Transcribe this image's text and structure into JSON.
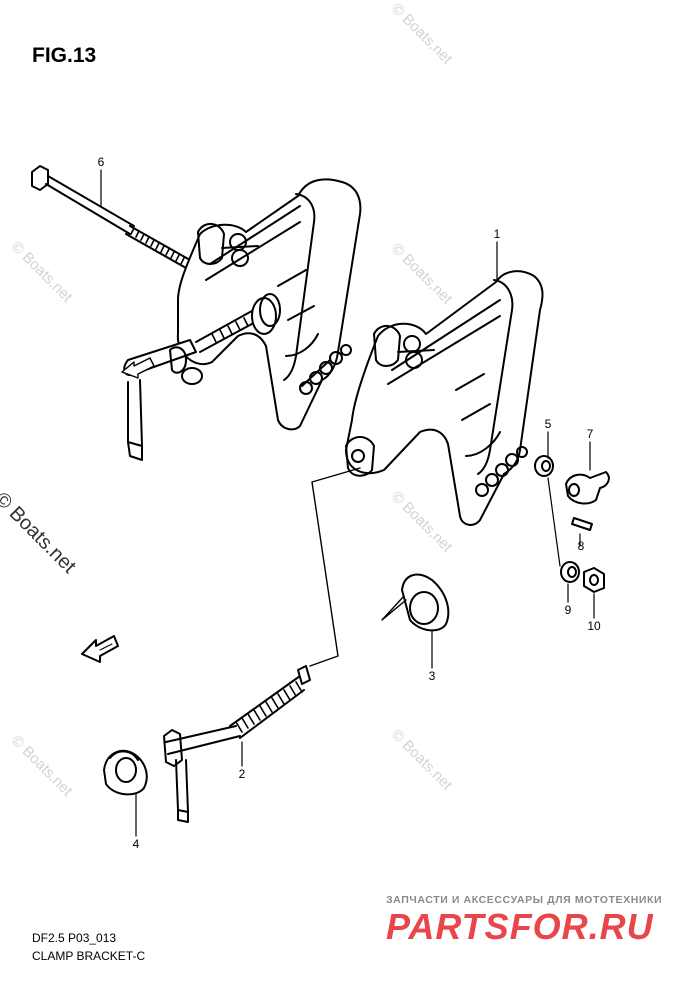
{
  "figure": {
    "title": "FIG.13",
    "code": "DF2.5 P03_013",
    "caption": "CLAMP BRACKET-C"
  },
  "callouts": [
    "6",
    "1",
    "5",
    "7",
    "8",
    "9",
    "10",
    "3",
    "2",
    "4"
  ],
  "watermark": {
    "text": "© Boats.net",
    "brand_tagline": "ЗАПЧАСТИ И АКСЕССУАРЫ ДЛЯ МОТОТЕХНИКИ",
    "brand_logo": "PARTSFOR.RU"
  }
}
